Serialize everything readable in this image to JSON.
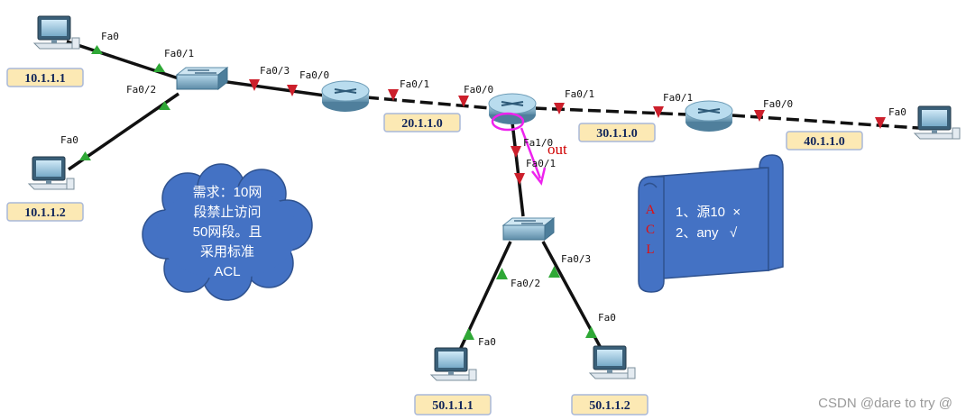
{
  "addresses": {
    "pc1": "10.1.1.1",
    "pc2": "10.1.1.2",
    "net_r1_r2": "20.1.1.0",
    "net_r2_r3": "30.1.1.0",
    "net_r3_pc": "40.1.1.0",
    "pc3": "50.1.1.1",
    "pc4": "50.1.1.2"
  },
  "ports": {
    "pc1_fa0": "Fa0",
    "sw1_fa01": "Fa0/1",
    "sw1_fa02": "Fa0/2",
    "pc2_fa0": "Fa0",
    "sw1_fa03": "Fa0/3",
    "r1_fa00": "Fa0/0",
    "r1_fa01": "Fa0/1",
    "r2_fa00": "Fa0/0",
    "r2_fa01": "Fa0/1",
    "r3_fa01": "Fa0/1",
    "r3_fa00": "Fa0/0",
    "pc5_fa0": "Fa0",
    "r2_fa10": "Fa1/0",
    "sw2_fa01": "Fa0/1",
    "sw2_fa02": "Fa0/2",
    "sw2_fa03": "Fa0/3",
    "pc3_fa0": "Fa0",
    "pc4_fa0": "Fa0"
  },
  "annotation": {
    "out_label": "out"
  },
  "requirement_note": {
    "lines": [
      "需求：10网",
      "段禁止访问",
      "50网段。且",
      "采用标准",
      "ACL"
    ]
  },
  "acl_scroll": {
    "title_letters": [
      "A",
      "C",
      "L"
    ],
    "rule1": "1、源10  ×",
    "rule2": "2、any   √"
  },
  "watermark": "CSDN @dare to try @",
  "colors": {
    "addr_bg": "#fce9b4",
    "addr_border": "#a9b8d8",
    "cloud_fill": "#4472c4",
    "scroll_fill": "#4472c4",
    "link_up": "#2fa836",
    "link_down": "#cc1f2b",
    "highlight": "#ee22ee"
  },
  "icons": [
    "pc-icon",
    "switch-icon",
    "router-icon"
  ]
}
